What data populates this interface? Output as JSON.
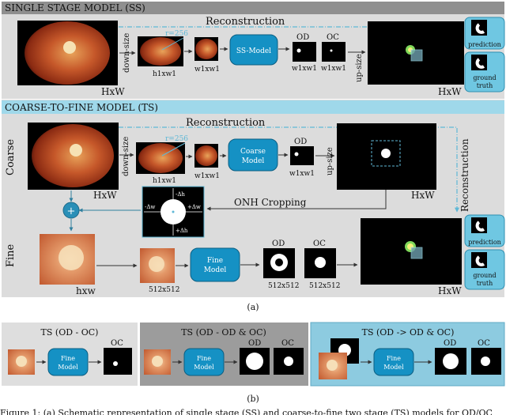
{
  "ss": {
    "header": "SINGLE STAGE MODEL (SS)",
    "reconstruction": "Reconstruction",
    "down_size": "down-size",
    "up_size": "up-size",
    "hxw": "HxW",
    "r256": "r=256",
    "h1xw1": "h1xw1",
    "w1xw1": "w1xw1",
    "model": "SS-Model",
    "od": "OD",
    "oc": "OC",
    "od_size": "w1xw1",
    "oc_size": "w1xw1",
    "out_hxw": "HxW"
  },
  "ts": {
    "header": "COARSE-TO-FINE MODEL (TS)",
    "coarse": "Coarse",
    "fine": "Fine",
    "reconstruction_top": "Reconstruction",
    "reconstruction_side": "Reconstruction",
    "down_size": "down-size",
    "up_size": "up-size",
    "r256": "r=256",
    "hxw_fundus": "HxW",
    "h1xw1": "h1xw1",
    "w1xw1": "w1xw1",
    "coarse_model_l1": "Coarse",
    "coarse_model_l2": "Model",
    "od": "OD",
    "od_size": "w1xw1",
    "coarse_out_hxw": "HxW",
    "onh_cropping": "ONH Cropping",
    "dh_top": "-Δh",
    "dh_bottom": "+Δh",
    "dw_left": "-Δw",
    "dw_right": "+Δw",
    "plus": "+",
    "crop_hxw": "hxw",
    "crop_512": "512x512",
    "fine_model_l1": "Fine",
    "fine_model_l2": "Model",
    "fine_od": "OD",
    "fine_oc": "OC",
    "fine_od_size": "512x512",
    "fine_oc_size": "512x512",
    "final_hxw": "HxW"
  },
  "legend": {
    "prediction": "prediction",
    "ground_truth_l1": "ground",
    "ground_truth_l2": "truth"
  },
  "caption_a": "(a)",
  "panel_b": {
    "title1": "TS (OD - OC)",
    "title2": "TS  (OD - OD & OC)",
    "title3": "TS (OD -> OD & OC)",
    "oc": "OC",
    "od": "OD",
    "fine_l1": "Fine",
    "fine_l2": "Model"
  },
  "caption_b": "(b)",
  "figure_caption": "Figure 1: (a) Schematic representation of single stage (SS) and coarse-to-fine two stage (TS) models for OD/OC"
}
